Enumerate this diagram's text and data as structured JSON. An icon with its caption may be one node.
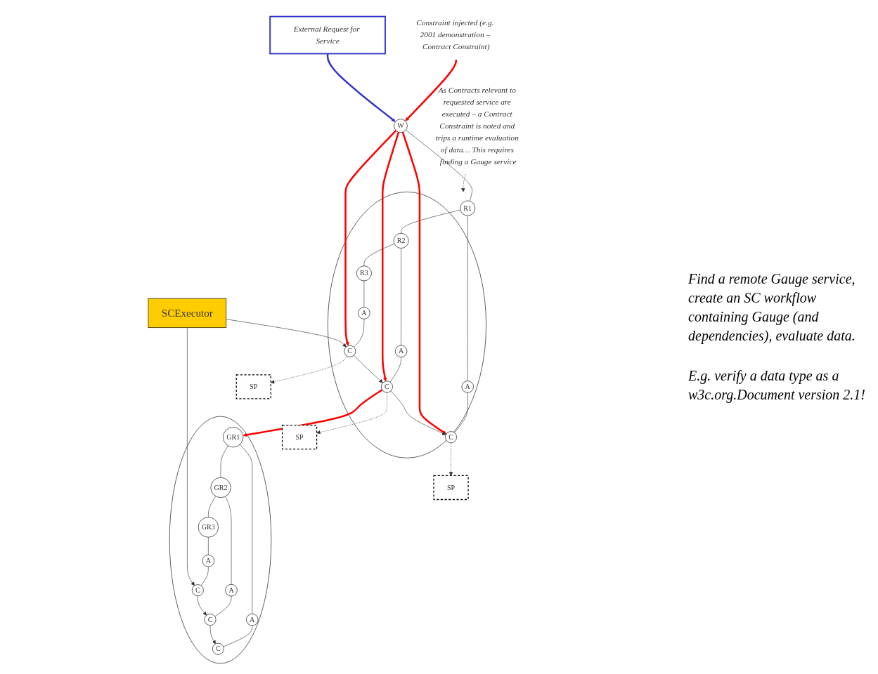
{
  "diagram": {
    "nodes": [
      {
        "text": [
          "Constraint injected (e.g. 2001 demonstration – Contract Constraint)"
        ]
      },
      {
        "text": [
          "W"
        ]
      },
      {
        "text": [
          "External Request for Service"
        ]
      },
      {
        "text": [
          "As Contracts relevant to requested service are executed – a Contract Constraint is noted and trips a runtime evaluation of data… This requires finding a Gauge service"
        ]
      },
      {
        "text": [],
        "shape": "ellipse"
      },
      {
        "text": [
          "R1"
        ],
        "in": 4
      },
      {
        "text": [
          "R2"
        ],
        "in": 4
      },
      {
        "text": [
          "R3"
        ],
        "in": 4
      },
      {
        "text": [
          "A"
        ],
        "in": 4
      },
      {
        "text": [
          "A"
        ],
        "in": 4
      },
      {
        "text": [
          "A"
        ],
        "in": 4
      },
      {
        "text": [
          "C"
        ],
        "in": 4
      },
      {
        "text": [
          "C"
        ],
        "in": 4
      },
      {
        "text": [
          "C"
        ],
        "in": 4
      },
      {
        "text": [
          "SCExecutor"
        ]
      },
      {
        "text": [
          "SP"
        ]
      },
      {
        "text": [
          "SP"
        ]
      },
      {
        "text": [
          "SP"
        ]
      },
      {
        "text": [],
        "shape": "ellipse"
      },
      {
        "text": [
          "GR1"
        ],
        "in": 18
      },
      {
        "text": [
          "GR2"
        ],
        "in": 18
      },
      {
        "text": [
          "GR3"
        ],
        "in": 18
      },
      {
        "text": [
          "A"
        ],
        "in": 18
      },
      {
        "text": [
          "A"
        ],
        "in": 18
      },
      {
        "text": [
          "A"
        ],
        "in": 18
      },
      {
        "text": [
          "C"
        ],
        "in": 18
      },
      {
        "text": [
          "C"
        ],
        "in": 18
      },
      {
        "text": [
          "C"
        ],
        "in": 18
      }
    ],
    "edges": [
      {
        "from": 0,
        "to": 1,
        "arrow": "to",
        "style": "thick",
        "color": "#ff0000"
      },
      {
        "from": 2,
        "to": 1,
        "arrow": "to",
        "style": "thick",
        "color": "#3333cc"
      },
      {
        "from": 3,
        "to": 4,
        "arrow": "to",
        "style": "dashed"
      },
      {
        "from": 1,
        "to": 5,
        "arrow": "none"
      },
      {
        "from": 5,
        "to": 6,
        "arrow": "none"
      },
      {
        "from": 6,
        "to": 7,
        "arrow": "none"
      },
      {
        "from": 5,
        "to": 8,
        "arrow": "none"
      },
      {
        "from": 6,
        "to": 9,
        "arrow": "none"
      },
      {
        "from": 7,
        "to": 10,
        "arrow": "none"
      },
      {
        "from": 8,
        "to": 11,
        "arrow": "none"
      },
      {
        "from": 9,
        "to": 12,
        "arrow": "none"
      },
      {
        "from": 10,
        "to": 13,
        "arrow": "none"
      },
      {
        "from": 1,
        "to": 11,
        "arrow": "to",
        "style": "thick",
        "color": "#ff0000"
      },
      {
        "from": 1,
        "to": 12,
        "arrow": "to",
        "style": "thick",
        "color": "#ff0000"
      },
      {
        "from": 1,
        "to": 13,
        "arrow": "to",
        "style": "thick",
        "color": "#ff0000"
      },
      {
        "from": 14,
        "to": 13,
        "arrow": "to"
      },
      {
        "from": 13,
        "to": 12,
        "arrow": "to"
      },
      {
        "from": 12,
        "to": 11,
        "arrow": "to"
      },
      {
        "from": 11,
        "to": 15,
        "arrow": "to",
        "style": "dashed"
      },
      {
        "from": 12,
        "to": 16,
        "arrow": "to",
        "style": "dashed"
      },
      {
        "from": 13,
        "to": 17,
        "arrow": "to",
        "style": "dashed"
      },
      {
        "from": 12,
        "to": 19,
        "arrow": "to",
        "style": "thick",
        "color": "#ff0000"
      },
      {
        "from": 19,
        "to": 20,
        "arrow": "none"
      },
      {
        "from": 20,
        "to": 21,
        "arrow": "none"
      },
      {
        "from": 19,
        "to": 22,
        "arrow": "none"
      },
      {
        "from": 20,
        "to": 23,
        "arrow": "none"
      },
      {
        "from": 21,
        "to": 24,
        "arrow": "none"
      },
      {
        "from": 22,
        "to": 25,
        "arrow": "none"
      },
      {
        "from": 23,
        "to": 26,
        "arrow": "none"
      },
      {
        "from": 24,
        "to": 27,
        "arrow": "none"
      },
      {
        "from": 14,
        "to": 27,
        "arrow": "to"
      },
      {
        "from": 27,
        "to": 26,
        "arrow": "to"
      },
      {
        "from": 26,
        "to": 25,
        "arrow": "to"
      }
    ],
    "labels": [
      "Find a remote Gauge service, create an SC workflow containing Gauge (and dependencies), evaluate data.",
      "E.g. verify a data type as a w3c.org.Document version 2.1!"
    ]
  }
}
